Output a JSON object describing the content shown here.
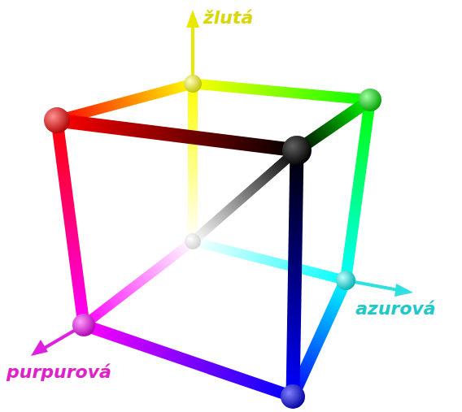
{
  "diagram": {
    "labels": [
      "žlutá",
      "azurová",
      "purpurová"
    ]
  }
}
